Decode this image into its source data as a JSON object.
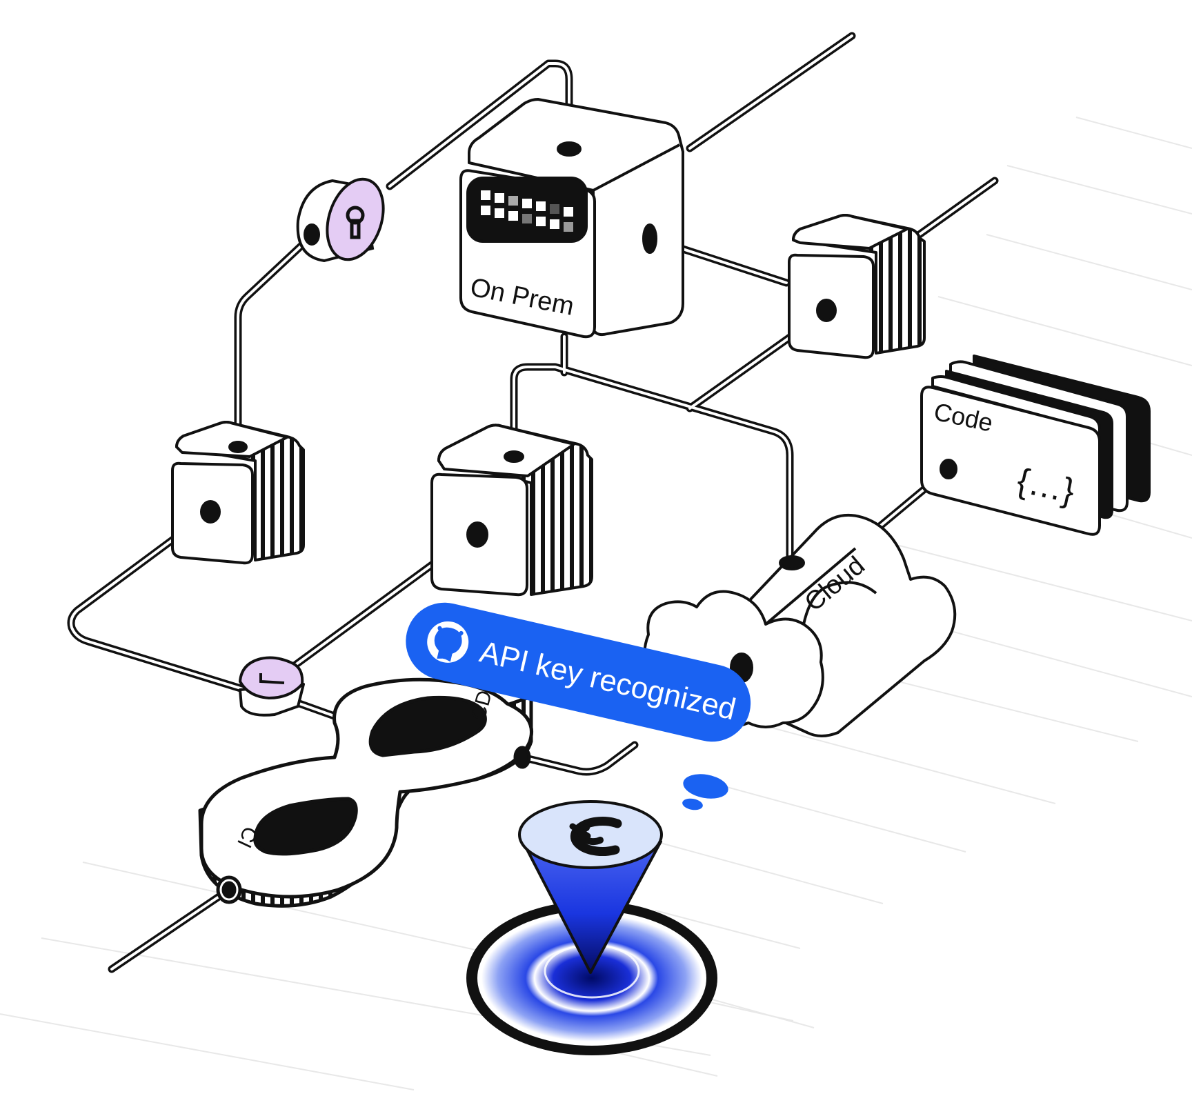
{
  "labels": {
    "on_prem": "On Prem",
    "cloud": "Cloud",
    "code": "Code",
    "code_glyph": "{…}",
    "ci": "CI",
    "cd": "CD"
  },
  "toast": {
    "text": "API key recognized"
  },
  "icons": {
    "toast_icon": "github-icon",
    "lock_icon": "keyhole-icon",
    "shield_icon": "shield-icon",
    "beacon_icon": "gitguardian-logo-icon"
  },
  "colors": {
    "accent_blue": "#1a62f2",
    "lavender": "#e4ccf4",
    "ink": "#111111",
    "beacon_face": "#d9e4fb",
    "deep_blue": "#1a2fd8"
  }
}
